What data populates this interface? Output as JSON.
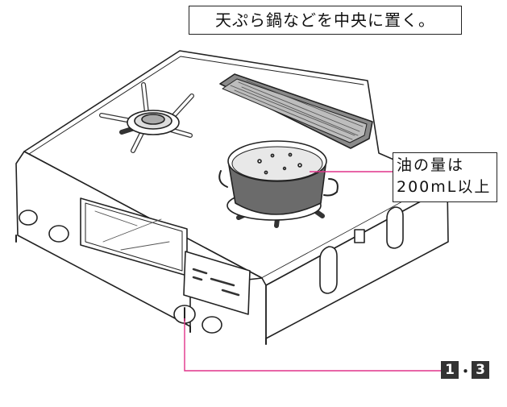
{
  "title": "天ぷら鍋などを中央に置く。",
  "oil_label": {
    "line1": "油の量は",
    "line2": "200mL以上"
  },
  "refs": {
    "a": "1",
    "sep": "・",
    "b": "3"
  },
  "colors": {
    "accent_line": "#e0348a",
    "pot_fill": "#6b6b6b",
    "outline": "#222222"
  }
}
